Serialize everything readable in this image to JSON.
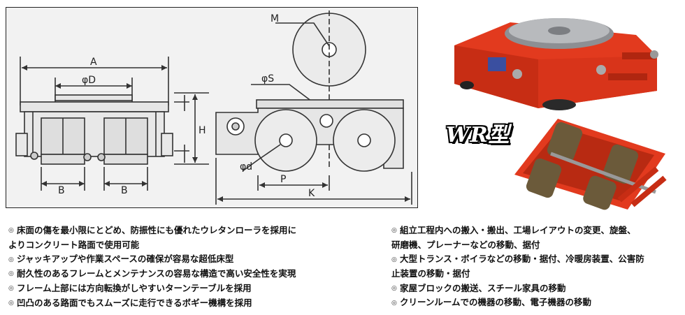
{
  "drawing": {
    "dimensions": {
      "A": "A",
      "phiD": "φD",
      "B_left": "B",
      "B_right": "B",
      "H": "H",
      "M": "M",
      "phiS": "φS",
      "phid": "φd",
      "P": "P",
      "K": "K"
    }
  },
  "product_label": "WR型",
  "features_left": [
    {
      "text": "床面の傷を最小限にとどめ、防振性にも優れたウレタンローラを採用に",
      "cont": "よりコンクリート路面で使用可能"
    },
    {
      "text": "ジャッキアップや作業スペースの確保が容易な超低床型",
      "cont": ""
    },
    {
      "text": "耐久性のあるフレームとメンテナンスの容易な構造で高い安全性を実現",
      "cont": ""
    },
    {
      "text": "フレーム上部には方向転換がしやすいターンテーブルを採用",
      "cont": ""
    },
    {
      "text": "凹凸のある路面でもスムーズに走行できるボギー機構を採用",
      "cont": ""
    }
  ],
  "features_right": [
    {
      "text": "組立工程内への搬入・搬出、工場レイアウトの変更、旋盤、",
      "cont": "研磨機、プレーナーなどの移動、据付"
    },
    {
      "text": "大型トランス・ボイラなどの移動・据付、冷暖房装置、公害防",
      "cont": "止装置の移動・据付"
    },
    {
      "text": "家屋ブロックの搬送、スチール家具の移動",
      "cont": ""
    },
    {
      "text": "クリーンルームでの機器の移動、電子機器の移動",
      "cont": ""
    }
  ],
  "colors": {
    "accent": "#e23a1e",
    "frame": "#222222"
  }
}
